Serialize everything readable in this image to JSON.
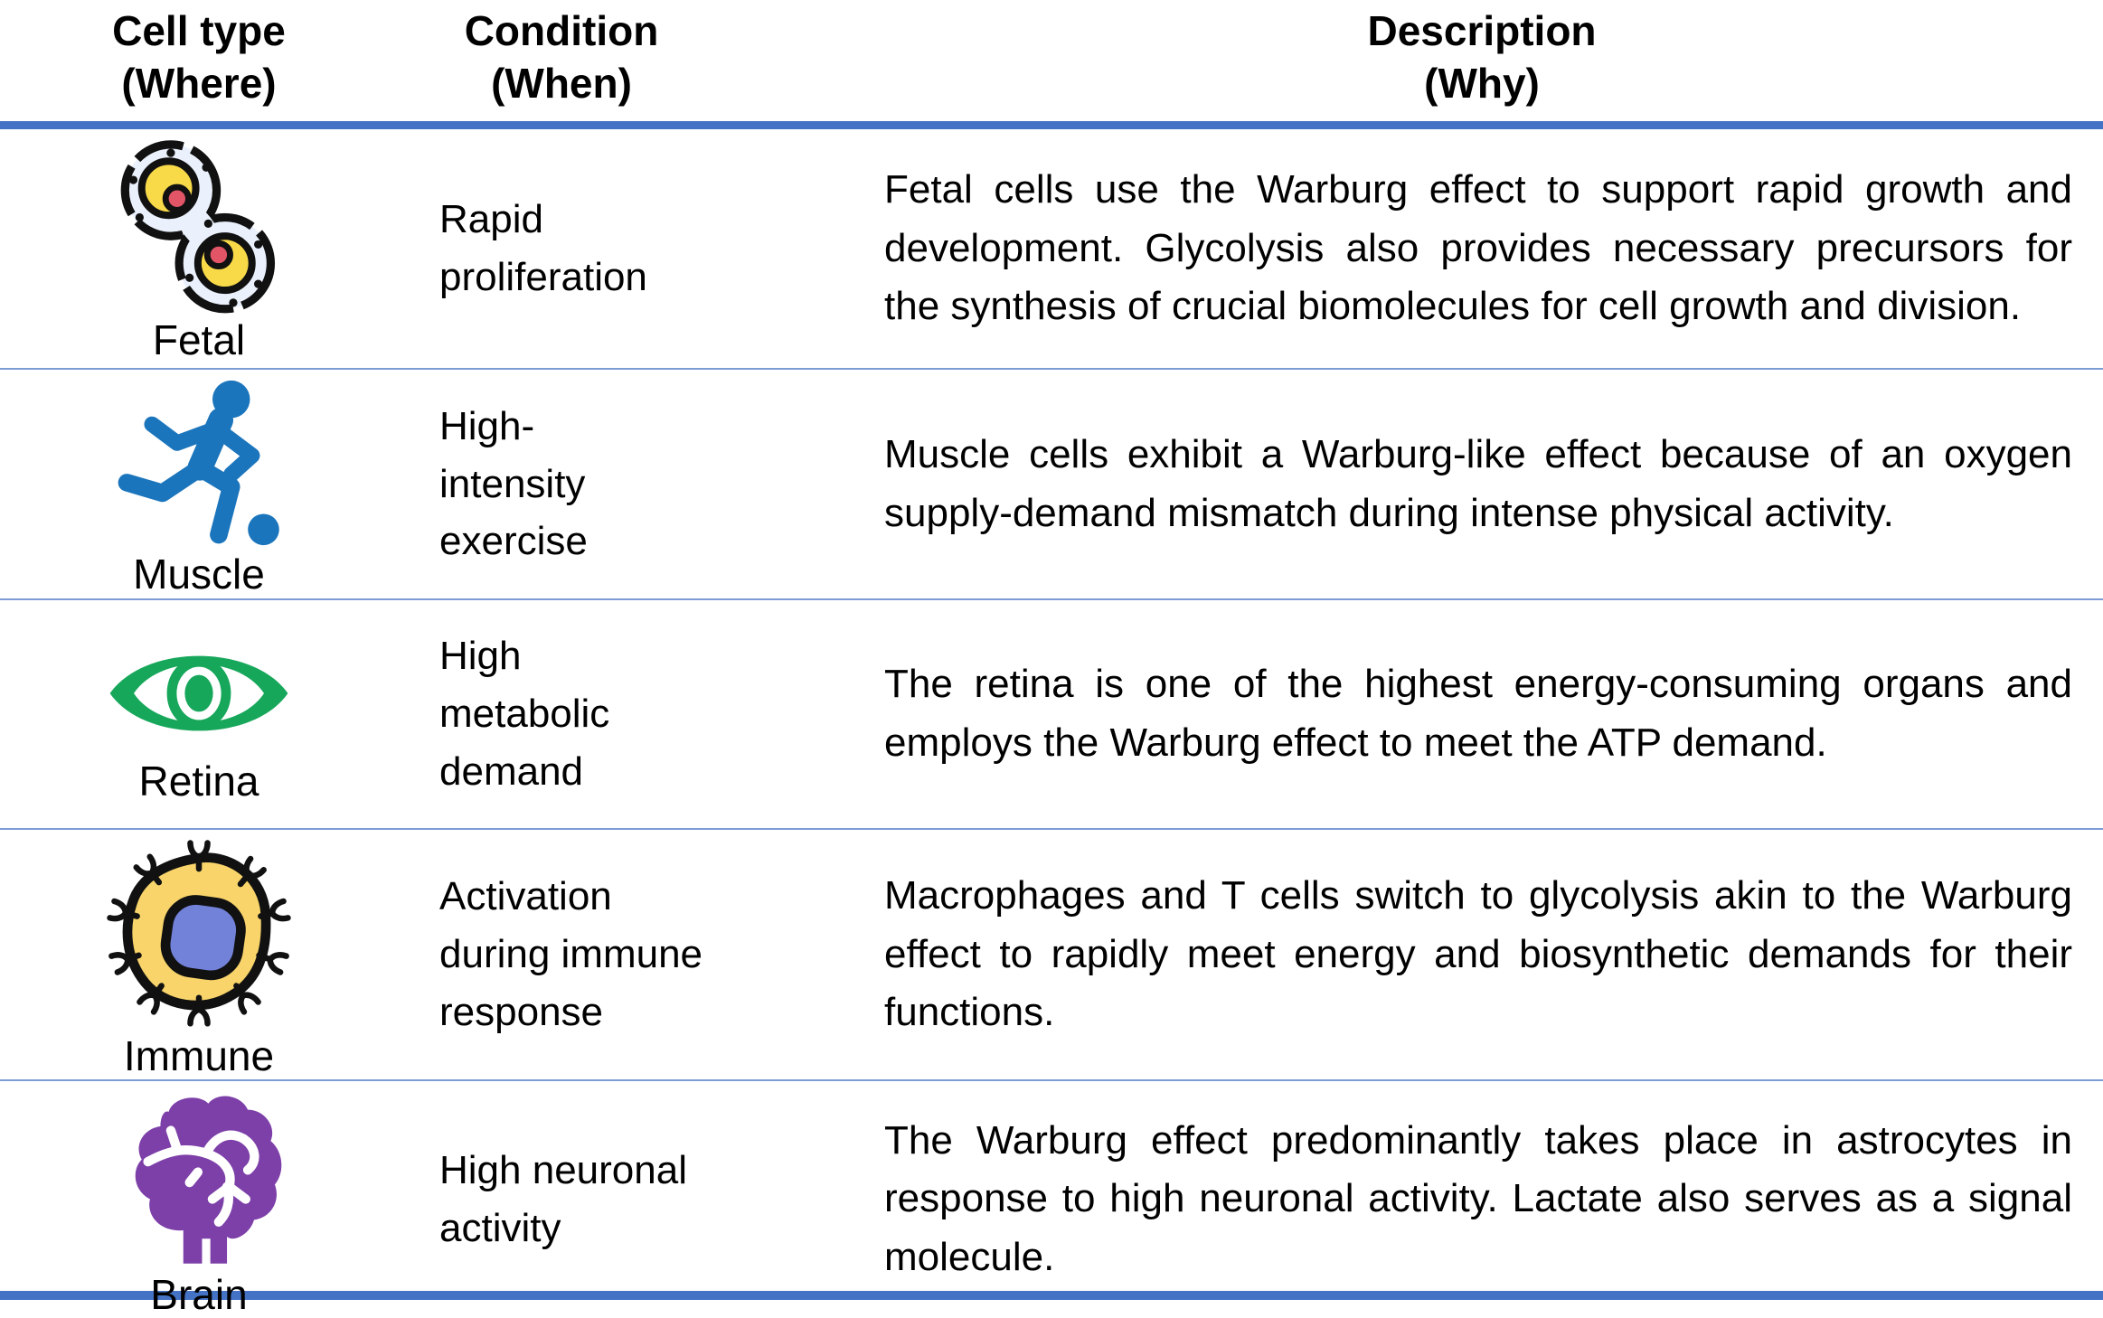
{
  "table": {
    "headers": {
      "cell_type": "Cell type\n(Where)",
      "condition": "Condition\n(When)",
      "description": "Description\n(Why)"
    },
    "rows": [
      {
        "cell_type": "Fetal",
        "icon": "dividing-cell-icon",
        "condition": "Rapid\nproliferation",
        "description": "Fetal cells use the Warburg effect to support rapid growth and development. Glycolysis also provides necessary precursors for the synthesis of crucial biomolecules for cell growth and division."
      },
      {
        "cell_type": "Muscle",
        "icon": "runner-icon",
        "condition": "High-\nintensity\nexercise",
        "description": "Muscle cells exhibit a Warburg-like effect because of an oxygen supply-demand mismatch during intense physical activity."
      },
      {
        "cell_type": "Retina",
        "icon": "eye-icon",
        "condition": "High\nmetabolic\ndemand",
        "description": "The retina is one of the highest energy-consuming organs and employs the Warburg effect to meet the ATP demand."
      },
      {
        "cell_type": "Immune",
        "icon": "immune-cell-icon",
        "condition": "Activation\nduring immune\nresponse",
        "description": "Macrophages and T cells switch to glycolysis akin to the Warburg effect to rapidly meet energy and biosynthetic demands for their functions."
      },
      {
        "cell_type": "Brain",
        "icon": "brain-icon",
        "condition": "High neuronal\nactivity",
        "description": "The Warburg effect predominantly takes place in astrocytes in response to high neuronal activity. Lactate also serves as a signal molecule."
      }
    ],
    "colors": {
      "thick_rule": "#4472C4",
      "thin_rule": "#7E9CD4",
      "fetal_cytoplasm": "#EAF1FC",
      "fetal_nucleus_yellow": "#F8DA49",
      "fetal_nucleolus_red": "#E15567",
      "muscle_blue": "#1B75BC",
      "retina_green": "#17A75B",
      "immune_yellow": "#F8D46A",
      "immune_nucleus_blue": "#7282D9",
      "brain_purple": "#7D3FA8",
      "outline_black": "#111111"
    }
  }
}
